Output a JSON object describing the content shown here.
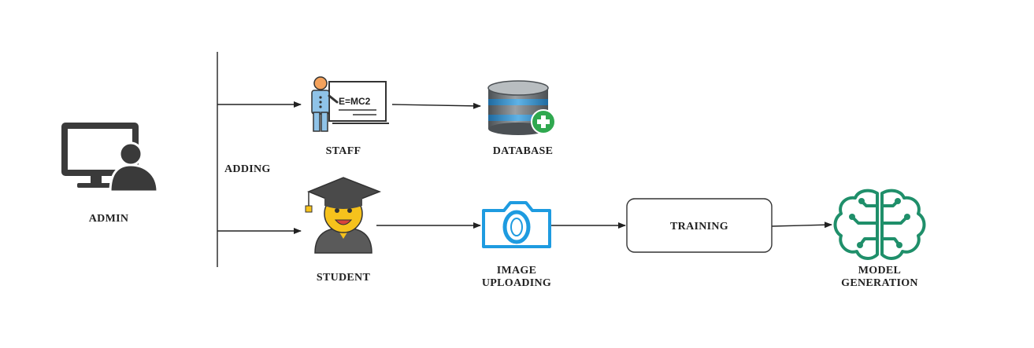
{
  "nodes": {
    "admin": {
      "label": "ADMIN",
      "icon": "admin-computer-user-icon"
    },
    "adding": {
      "label": "ADDING"
    },
    "staff": {
      "label": "STAFF",
      "icon": "teacher-whiteboard-icon",
      "board_text": "E=MC2"
    },
    "database": {
      "label": "DATABASE",
      "icon": "database-add-icon"
    },
    "student": {
      "label": "STUDENT",
      "icon": "graduate-student-icon"
    },
    "image_uploading": {
      "label_line1": "IMAGE",
      "label_line2": "UPLOADING",
      "icon": "camera-icon"
    },
    "training": {
      "label": "TRAINING"
    },
    "model_generation": {
      "label_line1": "MODEL",
      "label_line2": "GENERATION",
      "icon": "ai-brain-circuit-icon"
    }
  },
  "colors": {
    "line": "#222222",
    "admin_icon": "#3a3a3a",
    "teacher_body": "#8fc3e8",
    "teacher_head": "#f4a25c",
    "database_metal": "#6e7478",
    "database_band": "#3d8fc4",
    "plus_green": "#2fa84f",
    "graduate_face": "#f6c21c",
    "graduate_cap": "#4a4a4a",
    "camera_blue": "#1e9be0",
    "brain_green": "#1f8f6a"
  }
}
